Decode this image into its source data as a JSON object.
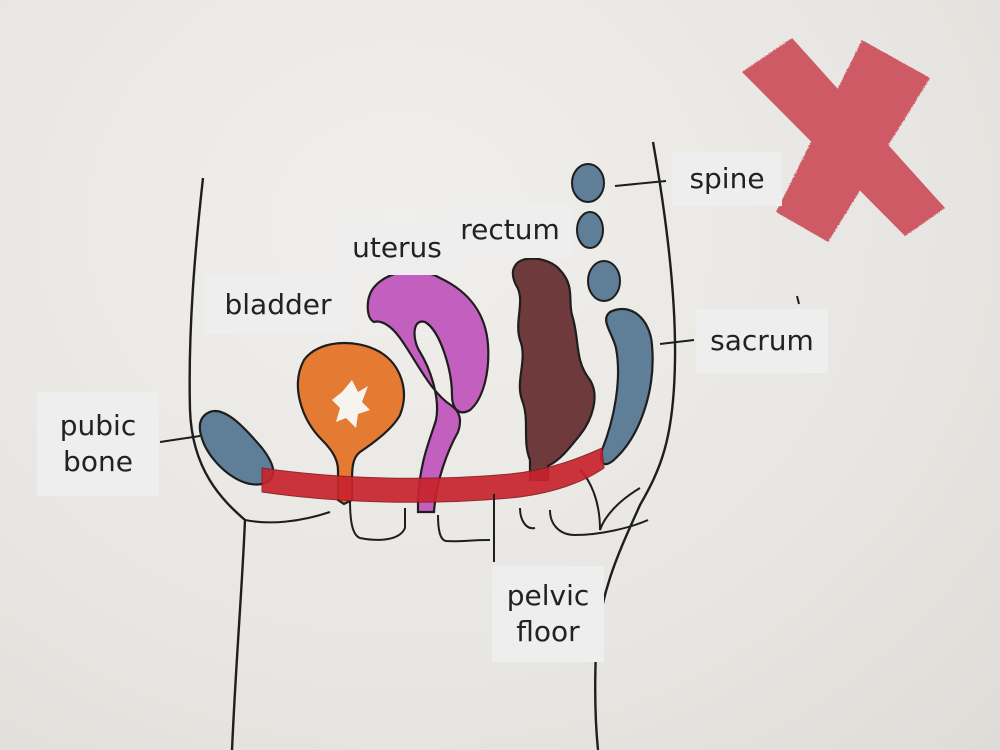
{
  "diagram": {
    "labels": {
      "spine": "spine",
      "rectum": "rectum",
      "uterus": "uterus",
      "bladder": "bladder",
      "sacrum": "sacrum",
      "pubic_bone": "pubic\nbone",
      "pelvic_floor": "pelvic\nfloor"
    },
    "marks": {
      "cross_icon": "red-cross-icon"
    },
    "colors": {
      "outline": "#1e1e1e",
      "bone": "#5f7e98",
      "bladder": "#e57a32",
      "uterus": "#c25fbf",
      "rectum": "#6e3a3c",
      "pelvic_floor": "#c8242d",
      "cross": "#c9434f"
    }
  }
}
